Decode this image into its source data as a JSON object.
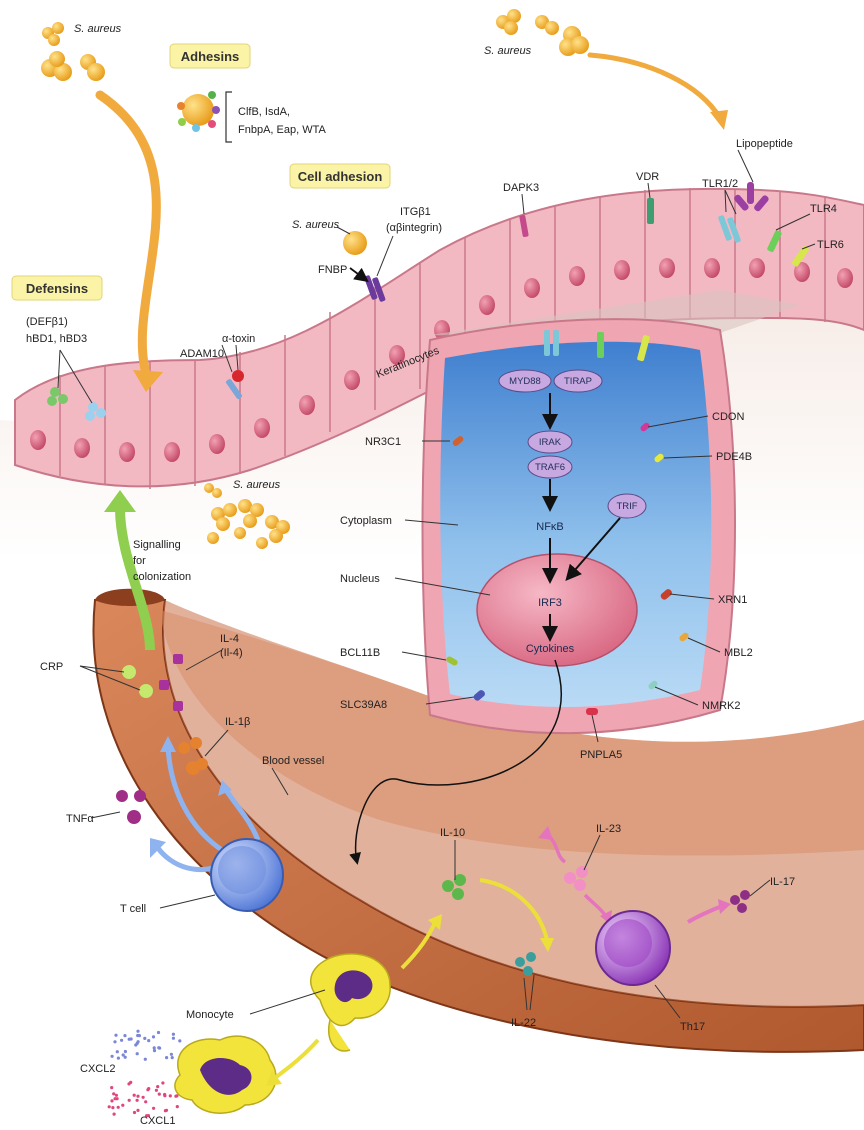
{
  "boxes": {
    "adhesins": "Adhesins",
    "cell_adhesion": "Cell adhesion",
    "defensins": "Defensins"
  },
  "labels": {
    "s_aureus": "S. aureus",
    "adhesin_list_1": "ClfB, IsdA,",
    "adhesin_list_2": "FnbpA, Eap, WTA",
    "itgb1_1": "ITGβ1",
    "itgb1_2": "(αβintegrin)",
    "fnbp": "FNBP",
    "defb_1": "(DEFβ1)",
    "defb_2": "hBD1, hBD3",
    "adam10": "ADAM10",
    "alpha_toxin": "α-toxin",
    "dapk3": "DAPK3",
    "vdr": "VDR",
    "tlr12": "TLR1/2",
    "lipopeptide": "Lipopeptide",
    "tlr4": "TLR4",
    "tlr6": "TLR6",
    "keratinocytes": "Keratinocytes",
    "myd88": "MYD88",
    "tirap": "TIRAP",
    "irak": "IRAK",
    "traf6": "TRAF6",
    "nfkb": "NFκB",
    "trif": "TRIF",
    "irf3": "IRF3",
    "cytokines": "Cytokines",
    "nr3c1": "NR3C1",
    "cytoplasm": "Cytoplasm",
    "nucleus": "Nucleus",
    "bcl11b": "BCL11B",
    "slc39a8": "SLC39A8",
    "pnpla5": "PNPLA5",
    "cdon": "CDON",
    "pde4b": "PDE4B",
    "xrn1": "XRN1",
    "mbl2": "MBL2",
    "nmrk2": "NMRK2",
    "signalling_1": "Signalling",
    "signalling_2": "for",
    "signalling_3": "colonization",
    "crp": "CRP",
    "il4_1": "IL-4",
    "il4_2": "(Il-4)",
    "il1b": "IL-1β",
    "blood_vessel": "Blood vessel",
    "tnfa": "TNFα",
    "t_cell": "T cell",
    "il10": "IL-10",
    "il23": "IL-23",
    "il17": "IL-17",
    "il22": "IL-22",
    "th17": "Th17",
    "monocyte": "Monocyte",
    "cxcl2": "CXCL2",
    "cxcl1": "CXCL1"
  },
  "colors": {
    "skin": "#f3b9c3",
    "skin_edge": "#c9788a",
    "nucleus_dot": "#d25f7c",
    "cytoplasm_blue": "#7fb3e3",
    "nucleus": "#e98a9e",
    "vessel": "#c4764c",
    "vessel_dark": "#8c3f1f",
    "bacteria": "#f5b335",
    "box_fill": "#fbf4a6",
    "green_arrow": "#8fce4f",
    "orange_arrow": "#f1aa3d",
    "tcell": "#6c8fe3",
    "th17": "#a34bc7",
    "monocyte": "#f3e43c"
  }
}
